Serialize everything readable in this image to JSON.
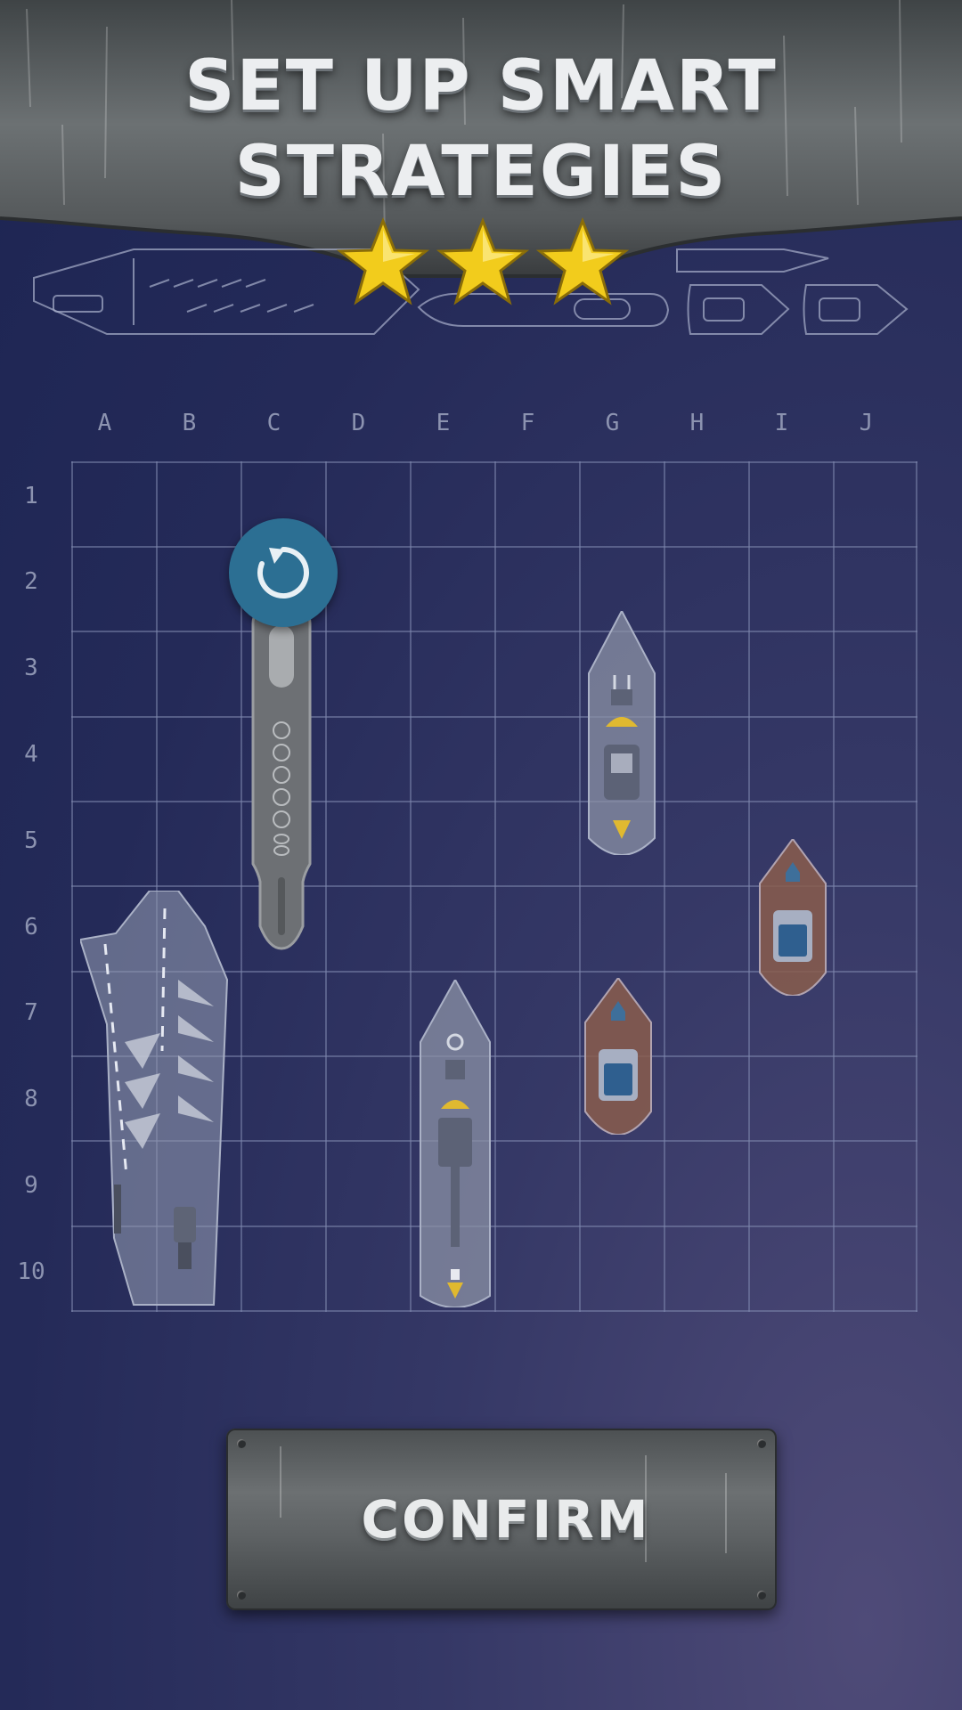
{
  "banner": {
    "title_line1": "SET UP SMART",
    "title_line2": "STRATEGIES",
    "stars_earned": 3,
    "stars_total": 3
  },
  "grid": {
    "columns": [
      "A",
      "B",
      "C",
      "D",
      "E",
      "F",
      "G",
      "H",
      "I",
      "J"
    ],
    "rows": [
      "1",
      "2",
      "3",
      "4",
      "5",
      "6",
      "7",
      "8",
      "9",
      "10"
    ]
  },
  "icons": {
    "rotate": "rotate-icon",
    "star": "star-icon"
  },
  "colors": {
    "background": "#1d2553",
    "grid_line": "#7d86ad",
    "rotate_button": "#2c6f93",
    "star": "#f2cc1c"
  },
  "actions": {
    "confirm_label": "CONFIRM"
  }
}
